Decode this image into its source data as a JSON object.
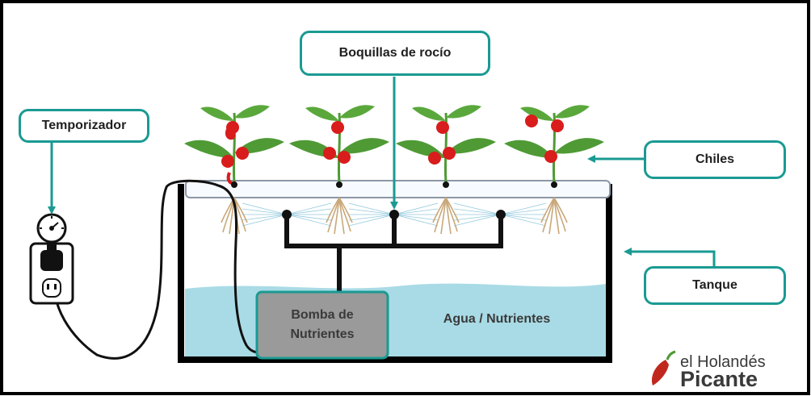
{
  "labels": {
    "nozzles": "Boquillas de rocío",
    "timer": "Temporizador",
    "chiles": "Chiles",
    "tank": "Tanque",
    "pump": "Bomba de\nNutrientes",
    "water": "Agua / Nutrientes"
  },
  "brand": {
    "line1": "el Holandés",
    "line2": "Picante"
  },
  "colors": {
    "accent": "#1a9a92",
    "water": "#a9dbe6",
    "pump": "#9a9a9a",
    "leaf": "#4f9a35",
    "pepper": "#d91c1c",
    "pipe": "#111111"
  },
  "icons": [
    "timer-icon",
    "outlet-icon",
    "plug-icon",
    "chili-logo-icon"
  ]
}
